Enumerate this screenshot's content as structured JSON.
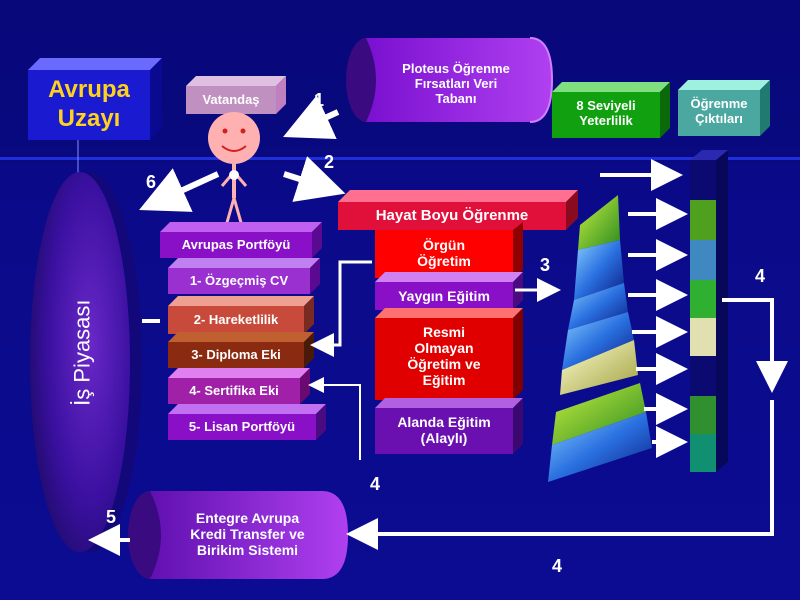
{
  "colors": {
    "background": "#0a0a7a",
    "avrupa_box": "#1a1ad0",
    "avrupa_text": "#ffd21f",
    "portfolio": "#8a10c8",
    "hareketlilik": "#c84a3a",
    "diploma": "#8a2a10",
    "hayat_boyu": "#e0103a",
    "orgun": "#ff0000",
    "yaygin": "#8a10c8",
    "yeterlilik": "#10a010",
    "ciktilar": "#4aa8a0"
  },
  "labels": {
    "avrupa_uzayi_line1": "Avrupa",
    "avrupa_uzayi_line2": "Uzayı",
    "vatandas": "Vatandaş",
    "ploteus_line1": "Ploteus Öğrenme",
    "ploteus_line2": "Fırsatları Veri",
    "ploteus_line3": "Tabanı",
    "seviyeli_line1": "8 Seviyeli",
    "seviyeli_line2": "Yeterlilik",
    "ciktilar_line1": "Öğrenme",
    "ciktilar_line2": "Çıktıları",
    "is_piyasasi": "İş Piyasası",
    "hayat_boyu": "Hayat Boyu Öğrenme",
    "orgun_line1": "Örgün",
    "orgun_line2": "Öğretim",
    "yaygin": "Yaygın Eğitim",
    "resmi_line1": "Resmi",
    "resmi_line2": "Olmayan",
    "resmi_line3": "Öğretim ve",
    "resmi_line4": "Eğitim",
    "alanda_line1": "Alanda Eğitim",
    "alanda_line2": "(Alaylı)",
    "entegre_line1": "Entegre Avrupa",
    "entegre_line2": "Kredi Transfer ve",
    "entegre_line3": "Birikim Sistemi"
  },
  "portfolio_items": [
    "Avrupas Portföyü",
    "1- Özgeçmiş CV",
    "2- Hareketlilik",
    "3- Diploma Eki",
    "4- Sertifika Eki",
    "5- Lisan Portföyü"
  ],
  "step_numbers": [
    "1",
    "2",
    "3",
    "4",
    "4",
    "4",
    "5",
    "6"
  ]
}
